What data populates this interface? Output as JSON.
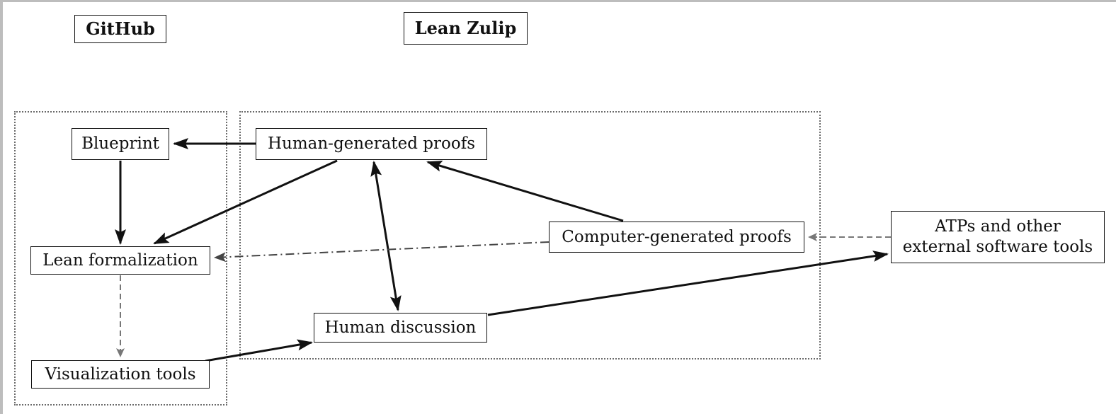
{
  "groups": {
    "github_label": "GitHub",
    "zulip_label": "Lean Zulip"
  },
  "nodes": {
    "blueprint": "Blueprint",
    "lean_formalization": "Lean formalization",
    "visualization_tools": "Visualization tools",
    "human_proofs": "Human-generated proofs",
    "computer_proofs": "Computer-generated proofs",
    "human_discussion": "Human discussion",
    "atps": "ATPs and other\nexternal software tools"
  },
  "edges": [
    {
      "from": "human_proofs",
      "to": "blueprint",
      "style": "solid"
    },
    {
      "from": "blueprint",
      "to": "lean_formalization",
      "style": "solid"
    },
    {
      "from": "human_proofs",
      "to": "lean_formalization",
      "style": "solid"
    },
    {
      "from": "computer_proofs",
      "to": "human_proofs",
      "style": "solid"
    },
    {
      "from": "human_proofs",
      "to": "human_discussion",
      "style": "solid",
      "bidirectional": true
    },
    {
      "from": "computer_proofs",
      "to": "lean_formalization",
      "style": "dash-dot"
    },
    {
      "from": "atps",
      "to": "computer_proofs",
      "style": "dashed"
    },
    {
      "from": "human_discussion",
      "to": "atps",
      "style": "solid"
    },
    {
      "from": "visualization_tools",
      "to": "human_discussion",
      "style": "solid"
    },
    {
      "from": "lean_formalization",
      "to": "visualization_tools",
      "style": "dashed"
    }
  ],
  "colors": {
    "solid_edge": "#111111",
    "dashed_edge": "#777777",
    "dash_dot_edge": "#444444",
    "group_border": "#6a6a6a"
  }
}
